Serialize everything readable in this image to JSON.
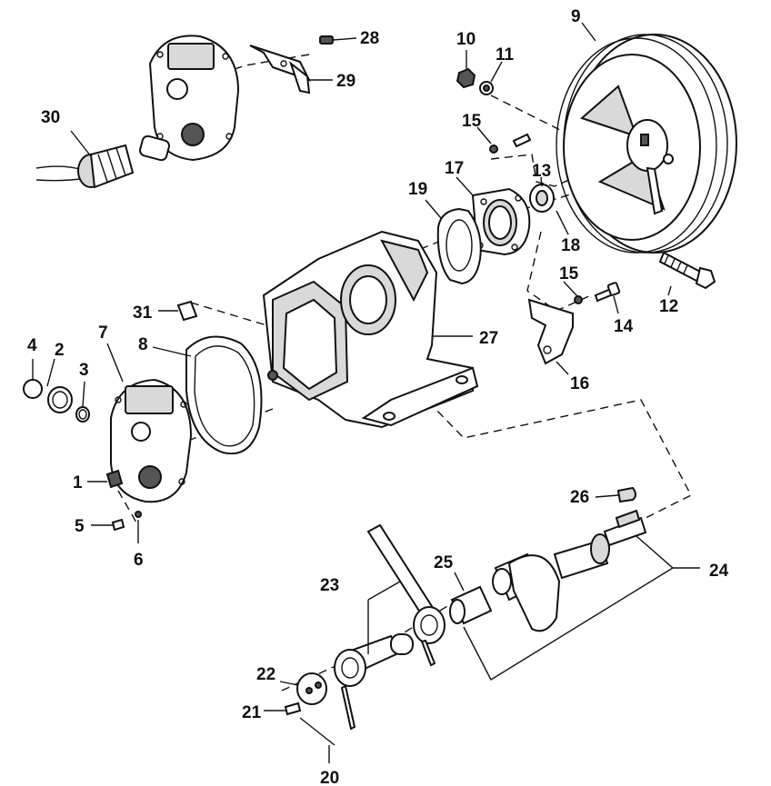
{
  "callouts": [
    {
      "id": "c1",
      "text": "1"
    },
    {
      "id": "c2",
      "text": "2"
    },
    {
      "id": "c3",
      "text": "3"
    },
    {
      "id": "c4",
      "text": "4"
    },
    {
      "id": "c5",
      "text": "5"
    },
    {
      "id": "c6",
      "text": "6"
    },
    {
      "id": "c7",
      "text": "7"
    },
    {
      "id": "c8",
      "text": "8"
    },
    {
      "id": "c9",
      "text": "9"
    },
    {
      "id": "c10",
      "text": "10"
    },
    {
      "id": "c11",
      "text": "11"
    },
    {
      "id": "c12",
      "text": "12"
    },
    {
      "id": "c13",
      "text": "13"
    },
    {
      "id": "c14",
      "text": "14"
    },
    {
      "id": "c15a",
      "text": "15"
    },
    {
      "id": "c15b",
      "text": "15"
    },
    {
      "id": "c16",
      "text": "16"
    },
    {
      "id": "c17",
      "text": "17"
    },
    {
      "id": "c18",
      "text": "18"
    },
    {
      "id": "c19",
      "text": "19"
    },
    {
      "id": "c20",
      "text": "20"
    },
    {
      "id": "c21",
      "text": "21"
    },
    {
      "id": "c22",
      "text": "22"
    },
    {
      "id": "c23",
      "text": "23"
    },
    {
      "id": "c24",
      "text": "24"
    },
    {
      "id": "c25",
      "text": "25"
    },
    {
      "id": "c26",
      "text": "26"
    },
    {
      "id": "c27",
      "text": "27"
    },
    {
      "id": "c28",
      "text": "28"
    },
    {
      "id": "c29",
      "text": "29"
    },
    {
      "id": "c30",
      "text": "30"
    },
    {
      "id": "c31",
      "text": "31"
    }
  ]
}
